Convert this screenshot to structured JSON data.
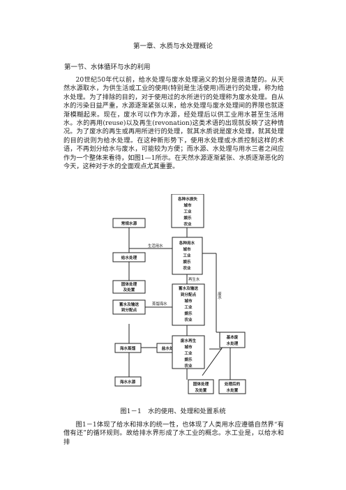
{
  "chapter_title": "第一章、水质与水处理概论",
  "section_title": "第一节、水体循环与水的利用",
  "para1": "20世纪50年代以前，给水处理与废水处理涵义的划分是很清楚的。从天然水源取水，为供生活或工业的使用(特别是生活使用)而进行的处理，称为给水处理。为了排除的目的，对于使用过的水所进行的处理称为废水处理。自从水的污染日益严重，水源逐渐紧张以来，给水处理与废水处理间的界限也就逐渐模糊起来。现在，废水可以作为水源，经处理后以供工业用水甚至生活用水。水的再用(reuse)以及再生(revonation)这类术语的出现就反映了这种情况。为了废水的再生或再用所进行的处理，就其水质说是废水处理，就其处理的目的说则为给水处理。在这种新形势下，使用水处理或水质控制这样的术语，不再划分给水与废水，可能较为方便；而水源、水处理与用水三者之间应作为一个整体来看待，如图1—1所示。在天然水源逐渐紧张、水质逐渐恶化的今天，这种对于水的全面观点尤其重要。",
  "figure": {
    "boxes": {
      "conventional_source": [
        "常规水源"
      ],
      "water_supply_treatment": [
        "给水处理"
      ],
      "sludge_disposal": [
        "固体处理",
        "及处置"
      ],
      "storage_distribution": [
        "蓄水及输送",
        "到分配点"
      ],
      "seawater_desalination": [
        "海水蒸馏"
      ],
      "brine_disposal": [
        "盐水处置"
      ],
      "seawater_source": [
        "海水水源"
      ],
      "users_top": [
        "各种水损失",
        "城市",
        "工业",
        "娱乐",
        "农业"
      ],
      "users_main": [
        "各种用水",
        "城市",
        "工业",
        "娱乐",
        "农业"
      ],
      "reclaimed_use": [
        "蓄水及输送",
        "到分配点",
        "城市",
        "工业",
        "娱乐",
        "农业"
      ],
      "wastewater_reuse": [
        "废水再生",
        "城市",
        "工业",
        "娱乐",
        "农业"
      ],
      "wastewater_treatment": [
        "基本废",
        "水处理"
      ],
      "solids_disposal_bottom": [
        "固体处理",
        "及处置"
      ],
      "treated_water_disposal": [
        "处理后的",
        "水处置"
      ]
    },
    "labels": {
      "domestic_water": "生活用水",
      "reclaimed_water": "再生水",
      "desalinated_water": "蒸馏海水",
      "wastewater": "废水"
    }
  },
  "caption": "图1－1　水的使用、处理和处置系统",
  "para2": "图1－1体现了给水和排水的统一性，也体现了人类用水应遵循自然界“有借有还”的循环规则。故给排水界形成了水工业的概念。水工业是，以给水和排"
}
